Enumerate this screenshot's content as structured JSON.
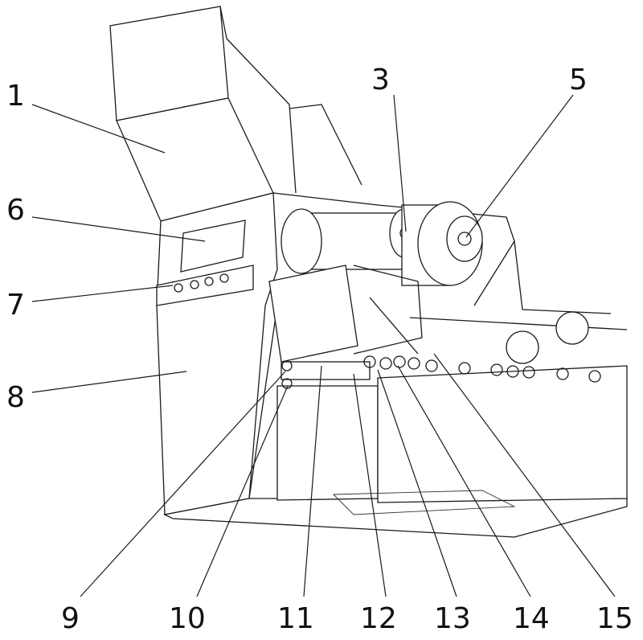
{
  "figure": {
    "labels": [
      {
        "id": "1",
        "text": "1"
      },
      {
        "id": "3",
        "text": "3"
      },
      {
        "id": "5",
        "text": "5"
      },
      {
        "id": "6",
        "text": "6"
      },
      {
        "id": "7",
        "text": "7"
      },
      {
        "id": "8",
        "text": "8"
      },
      {
        "id": "9",
        "text": "9"
      },
      {
        "id": "10",
        "text": "10"
      },
      {
        "id": "11",
        "text": "11"
      },
      {
        "id": "12",
        "text": "12"
      },
      {
        "id": "13",
        "text": "13"
      },
      {
        "id": "14",
        "text": "14"
      },
      {
        "id": "15",
        "text": "15"
      }
    ]
  }
}
